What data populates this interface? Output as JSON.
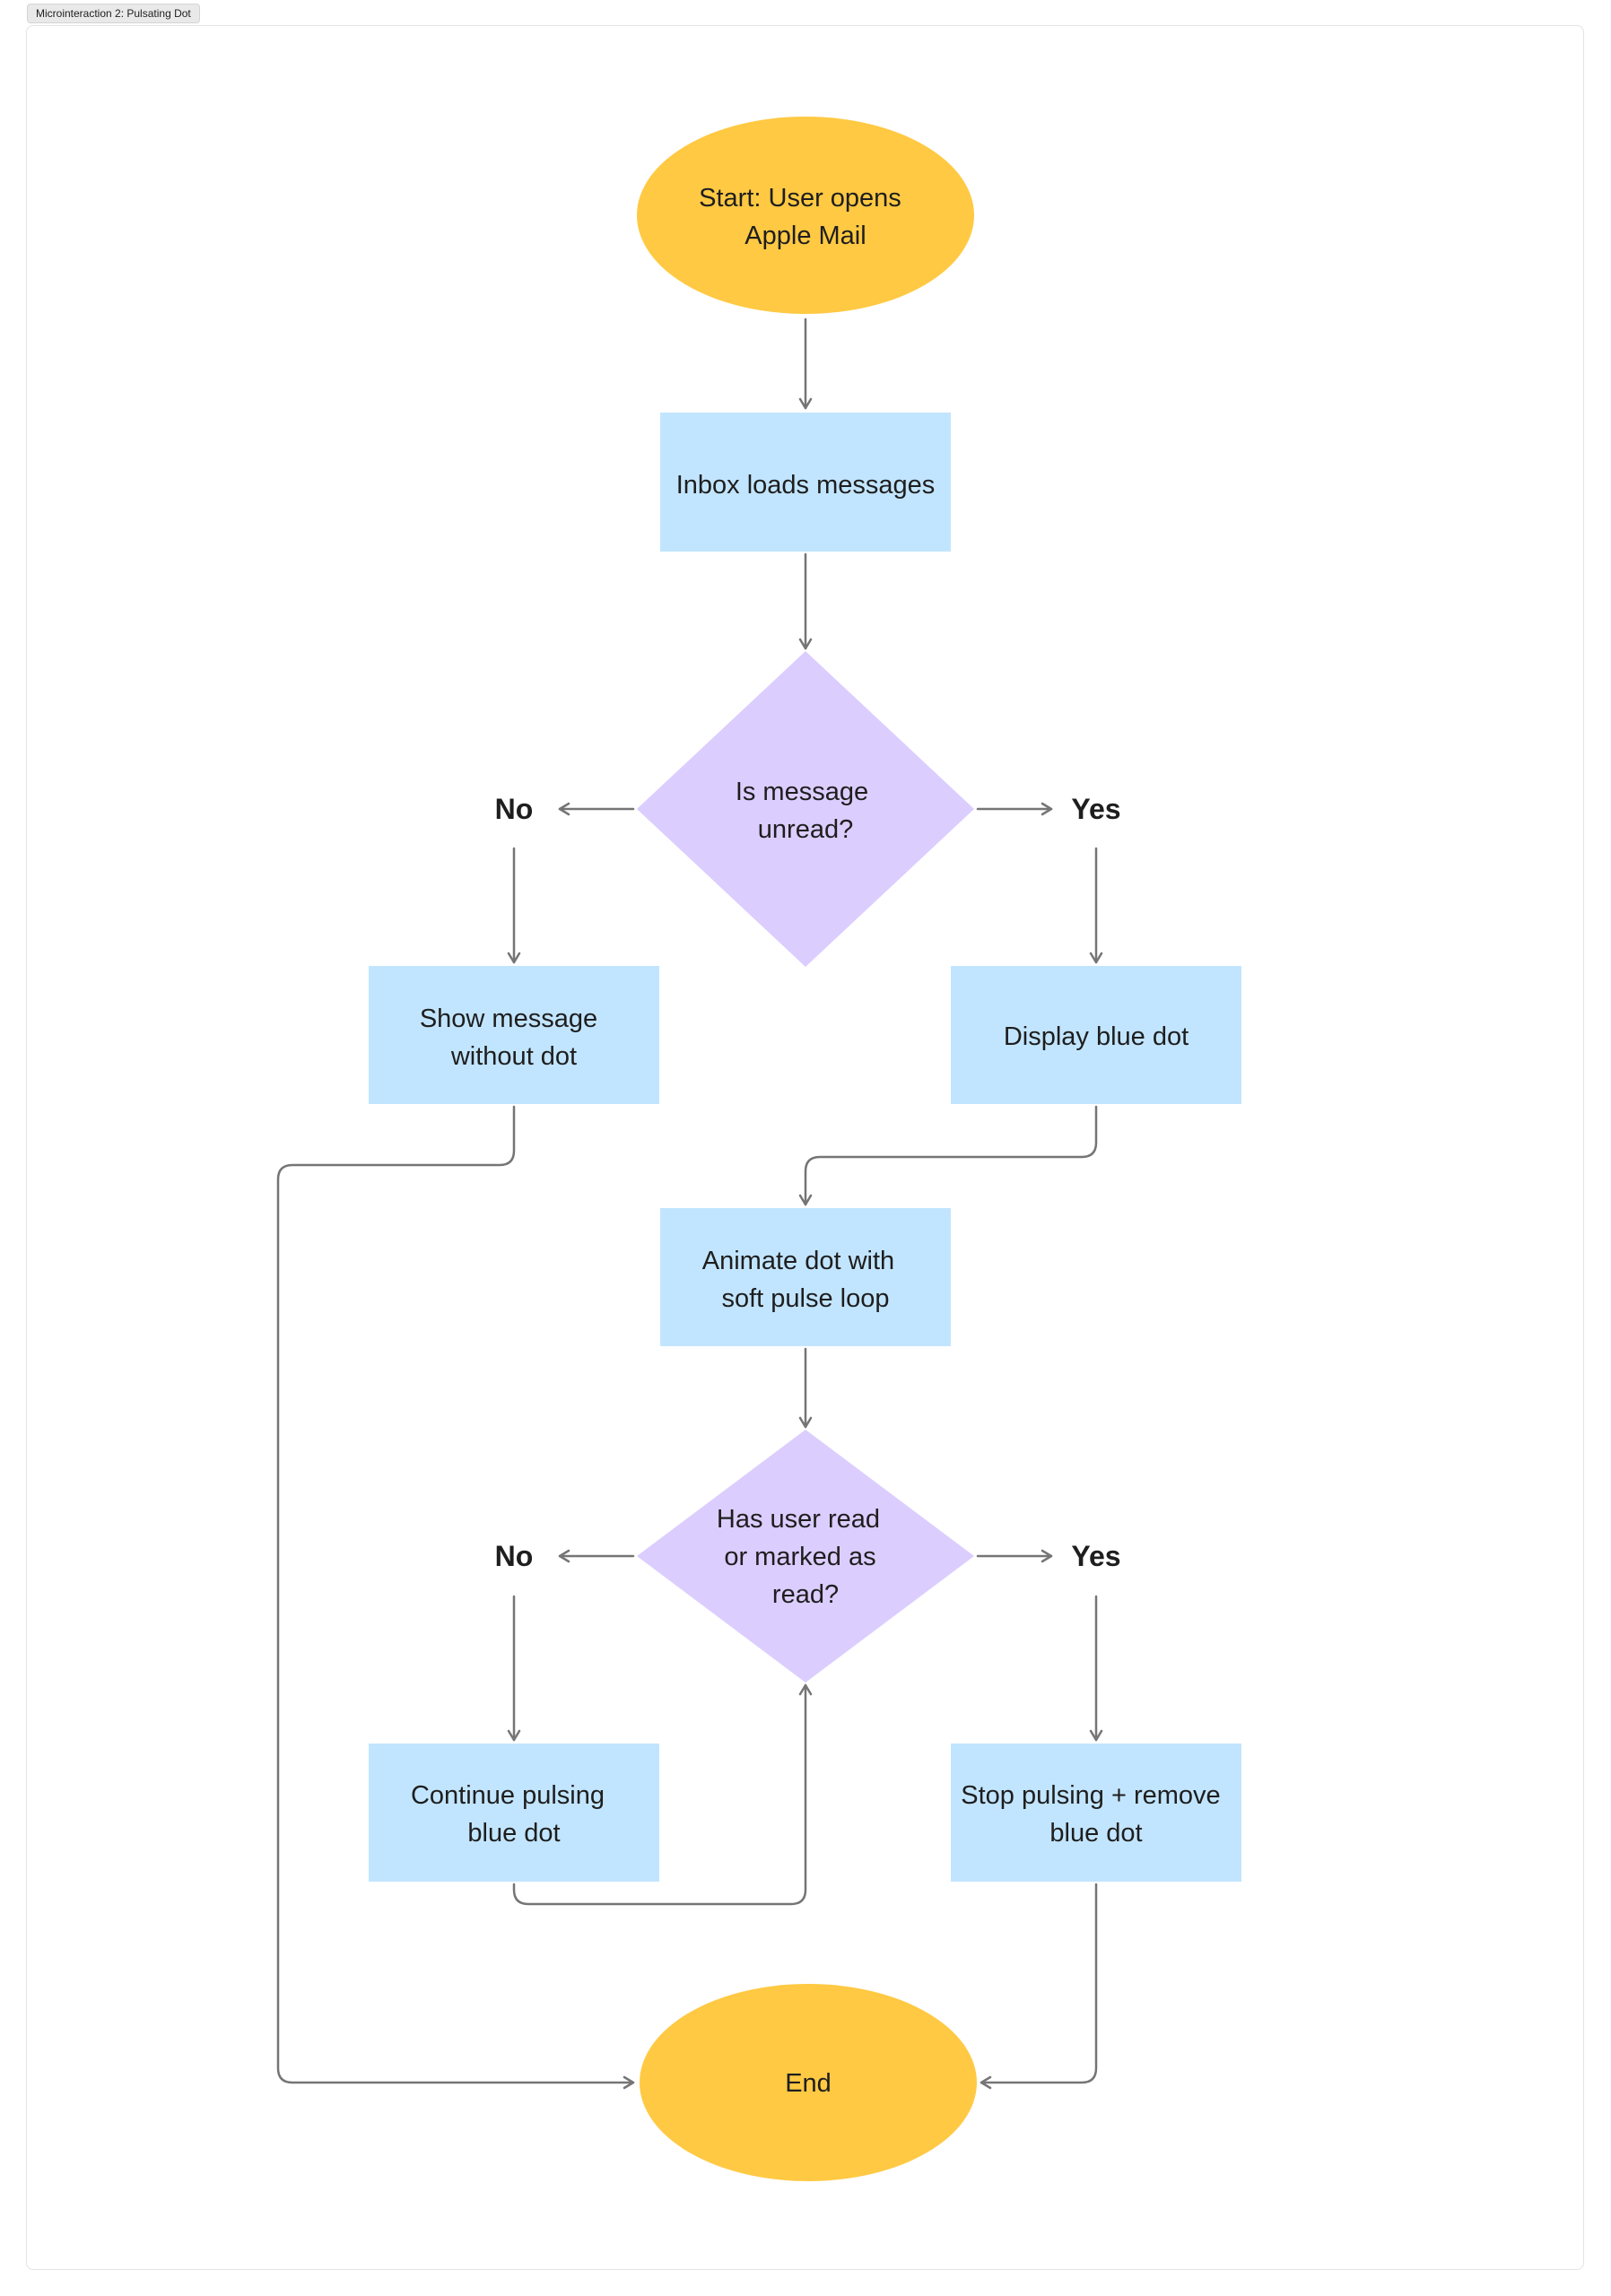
{
  "frame": {
    "title": "Microinteraction 2: Pulsating Dot"
  },
  "colors": {
    "terminal": "#ffc943",
    "process": "#c2e5ff",
    "decision": "#dccdff",
    "connector": "#757575",
    "text": "#1e1e1e"
  },
  "nodes": {
    "start": [
      "Start: User opens",
      "Apple Mail"
    ],
    "inbox": [
      "Inbox loads messages"
    ],
    "unread_decision": [
      "Is message",
      "unread?"
    ],
    "show_without_dot": [
      "Show message",
      "without dot"
    ],
    "display_blue_dot": [
      "Display blue dot"
    ],
    "animate_dot": [
      "Animate dot with",
      "soft pulse loop"
    ],
    "read_decision": [
      "Has user read",
      "or marked as",
      "read?"
    ],
    "continue_pulsing": [
      "Continue pulsing",
      "blue dot"
    ],
    "stop_pulsing": [
      "Stop pulsing + remove",
      "blue dot"
    ],
    "end": [
      "End"
    ]
  },
  "branches": {
    "unread_no": "No",
    "unread_yes": "Yes",
    "read_no": "No",
    "read_yes": "Yes"
  }
}
